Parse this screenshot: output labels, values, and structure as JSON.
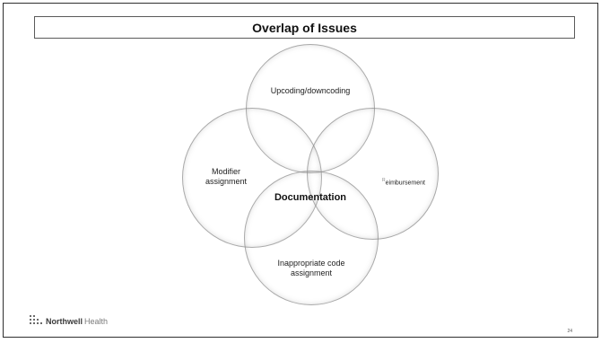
{
  "slide": {
    "title": "Overlap of Issues",
    "page_number": "24"
  },
  "venn": {
    "center_label": "Documentation",
    "circles": [
      {
        "label": "Upcoding/downcoding"
      },
      {
        "label": "Modifier assignment"
      },
      {
        "label": "eimbursement",
        "prefix": "R"
      },
      {
        "label": "Inappropriate code assignment"
      }
    ]
  },
  "footer": {
    "brand_bold": "Northwell",
    "brand_light": "Health"
  },
  "colors": {
    "circle_stroke": "#8c8c8c",
    "title_border": "#5a5a5a",
    "text": "#111111"
  }
}
